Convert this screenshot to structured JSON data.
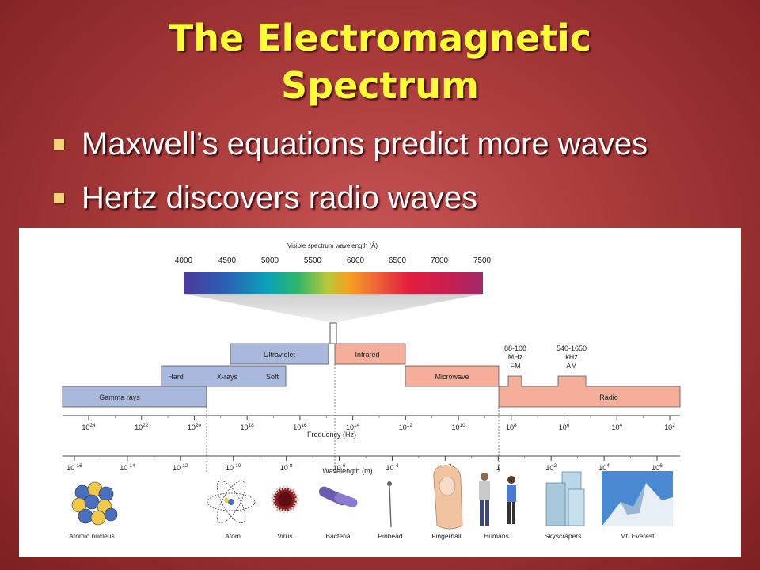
{
  "slide": {
    "title_line1": "The Electromagnetic",
    "title_line2": "Spectrum",
    "bullets": [
      "Maxwell’s equations predict more waves",
      "Hertz discovers radio waves"
    ]
  },
  "figure": {
    "visible_caption": "Visible spectrum wavelength (Å)",
    "visible_ticks": [
      "4000",
      "4500",
      "5000",
      "5500",
      "6000",
      "6500",
      "7000",
      "7500"
    ],
    "bands": {
      "ultraviolet": "Ultraviolet",
      "infrared": "Infrared",
      "hard": "Hard",
      "xrays": "X-rays",
      "soft": "Soft",
      "gamma": "Gamma rays",
      "microwave": "Microwave",
      "radio": "Radio"
    },
    "fm_label": [
      "88-108",
      "MHz",
      "FM"
    ],
    "am_label": [
      "540-1650",
      "kHz",
      "AM"
    ],
    "frequency_axis": {
      "label": "Frequency (Hz)",
      "ticks": [
        {
          "base": "10",
          "exp": "24"
        },
        {
          "base": "10",
          "exp": "22"
        },
        {
          "base": "10",
          "exp": "20"
        },
        {
          "base": "10",
          "exp": "18"
        },
        {
          "base": "10",
          "exp": "16"
        },
        {
          "base": "10",
          "exp": "14"
        },
        {
          "base": "10",
          "exp": "12"
        },
        {
          "base": "10",
          "exp": "10"
        },
        {
          "base": "10",
          "exp": "8"
        },
        {
          "base": "10",
          "exp": "6"
        },
        {
          "base": "10",
          "exp": "4"
        },
        {
          "base": "10",
          "exp": "2"
        }
      ]
    },
    "wavelength_axis": {
      "label": "Wavelength (m)",
      "ticks": [
        {
          "base": "10",
          "exp": "-16"
        },
        {
          "base": "10",
          "exp": "-14"
        },
        {
          "base": "10",
          "exp": "-12"
        },
        {
          "base": "10",
          "exp": "-10"
        },
        {
          "base": "10",
          "exp": "-8"
        },
        {
          "base": "10",
          "exp": "-6"
        },
        {
          "base": "10",
          "exp": "-4"
        },
        {
          "base": "10",
          "exp": "-2"
        },
        {
          "base": "1",
          "exp": ""
        },
        {
          "base": "10",
          "exp": "2"
        },
        {
          "base": "10",
          "exp": "4"
        },
        {
          "base": "10",
          "exp": "6"
        }
      ]
    },
    "objects": [
      "Atomic nucleus",
      "Atom",
      "Virus",
      "Bacteria",
      "Pinhead",
      "Fingernail",
      "Humans",
      "Skyscrapers",
      "Mt. Everest"
    ],
    "colors": {
      "high_energy": "#a9b8dd",
      "low_energy": "#f4ae9a"
    }
  }
}
